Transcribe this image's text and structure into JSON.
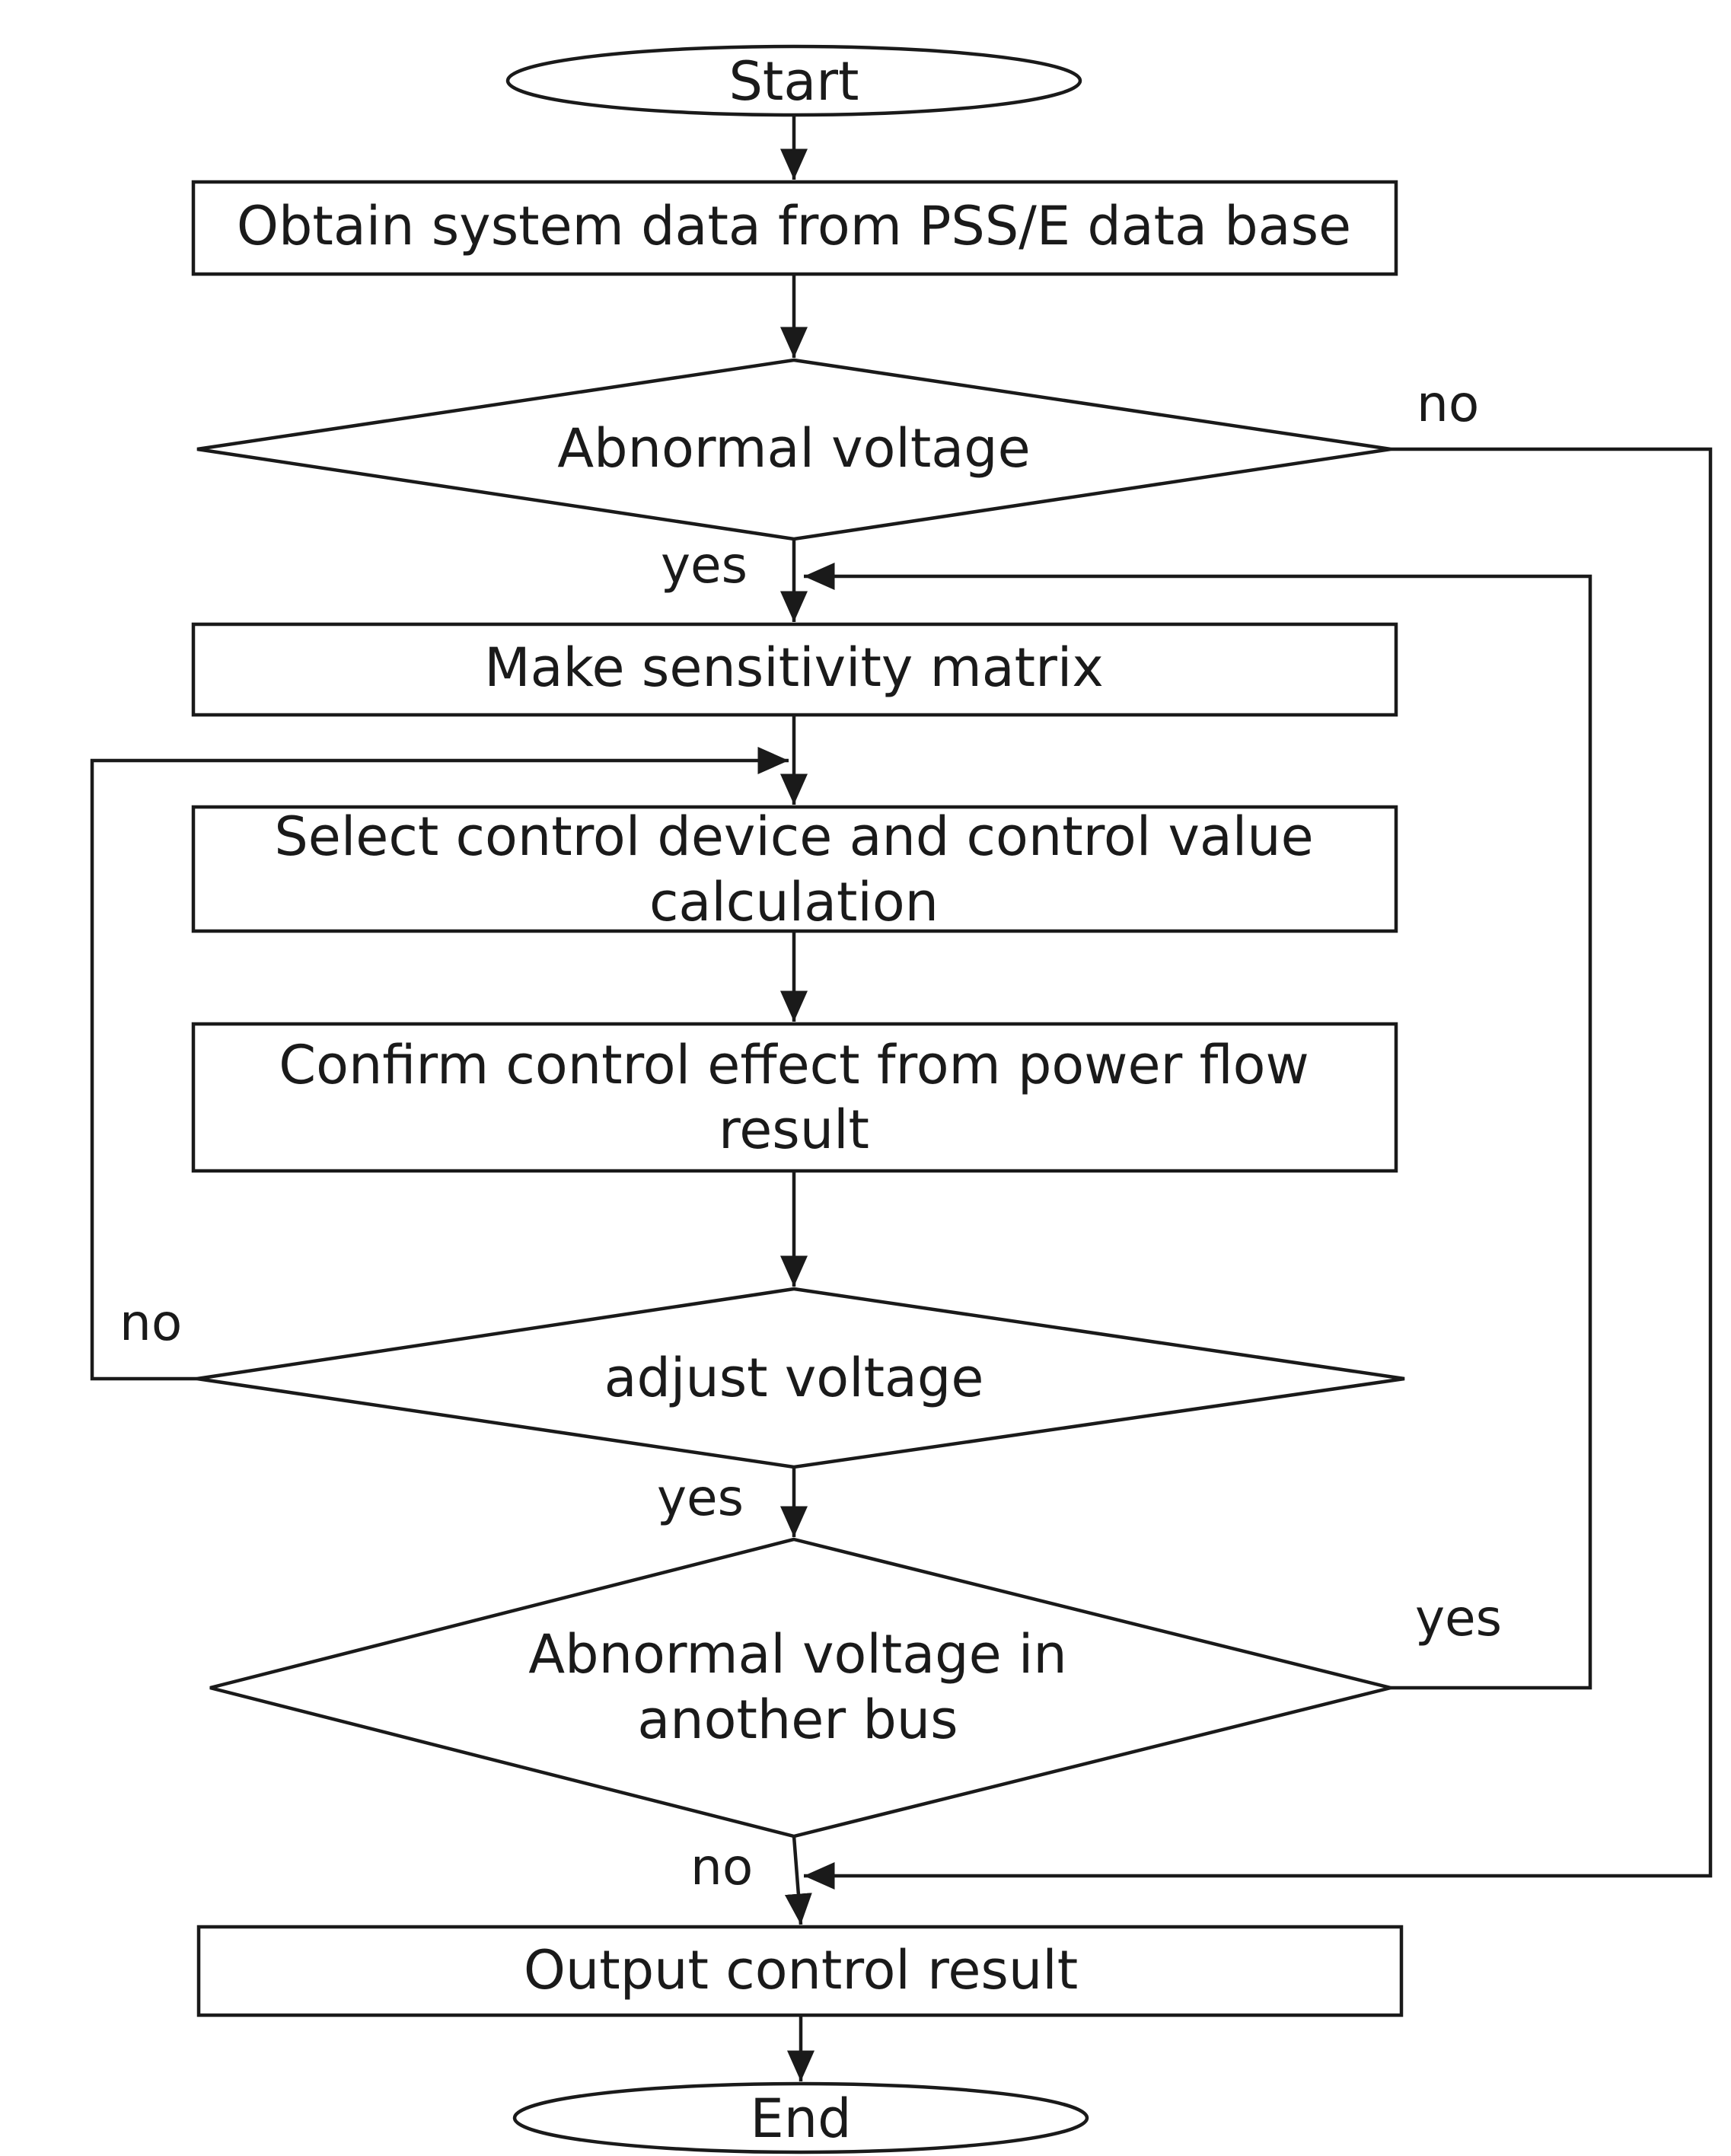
{
  "nodes": {
    "start": "Start",
    "obtain": "Obtain system data from PSS/E data base",
    "abnormal": "Abnormal voltage",
    "make_matrix": "Make sensitivity matrix",
    "select": {
      "line1": "Select control device and control value",
      "line2": "calculation"
    },
    "confirm": {
      "line1": "Confirm control effect from power flow",
      "line2": "result"
    },
    "adjust": "adjust voltage",
    "another_bus": {
      "line1": "Abnormal voltage in",
      "line2": "another bus"
    },
    "output": "Output control result",
    "end": "End"
  },
  "edges": {
    "abnormal_no": "no",
    "abnormal_yes": "yes",
    "adjust_no": "no",
    "adjust_yes": "yes",
    "another_yes": "yes",
    "another_no": "no"
  }
}
